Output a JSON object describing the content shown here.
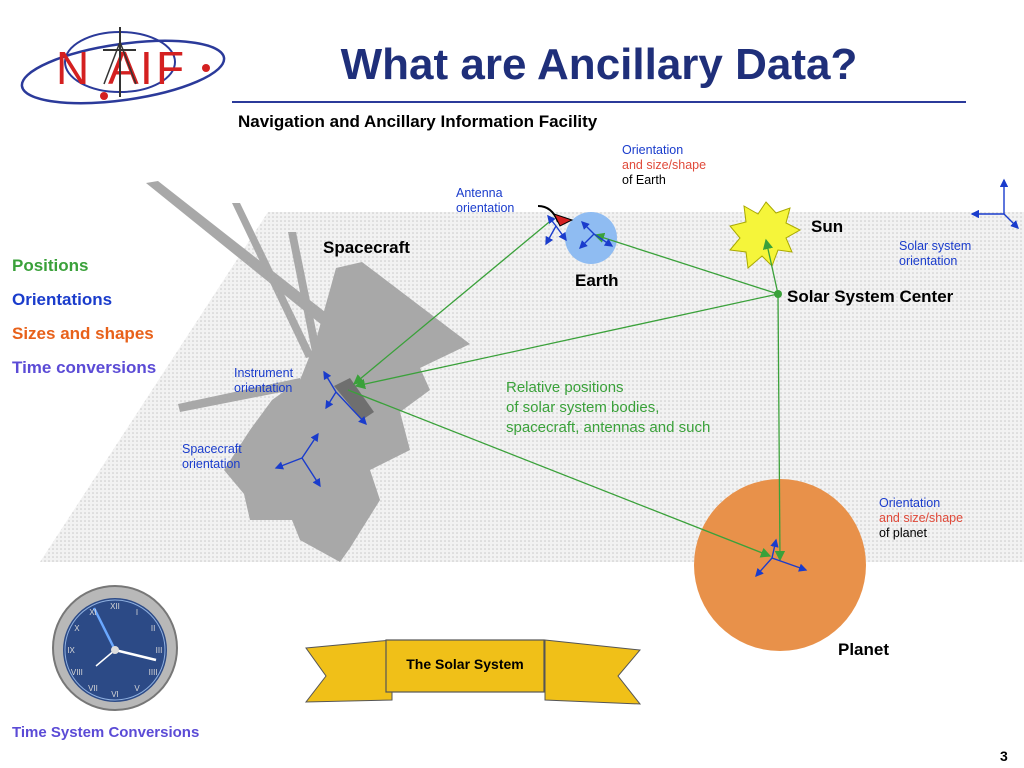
{
  "header": {
    "title": "What are Ancillary Data?",
    "subtitle": "Navigation and Ancillary Information Facility",
    "logo_text": "N A I F"
  },
  "categories": [
    {
      "label": "Positions",
      "color": "#3aa13a"
    },
    {
      "label": "Orientations",
      "color": "#1a3ccc"
    },
    {
      "label": "Sizes and shapes",
      "color": "#e8611a"
    },
    {
      "label": "Time conversions",
      "color": "#5b4bd6"
    }
  ],
  "diagram": {
    "spacecraft_label": "Spacecraft",
    "earth_label": "Earth",
    "sun_label": "Sun",
    "ssc_label": "Solar System Center",
    "planet_label": "Planet",
    "antenna": {
      "line1": "Antenna",
      "line2": "orientation"
    },
    "earth_notes": {
      "line1": "Orientation",
      "line2": "and size/shape",
      "line3": "of Earth"
    },
    "solar_system_orientation": {
      "line1": "Solar system",
      "line2": "orientation"
    },
    "instrument": {
      "line1": "Instrument",
      "line2": "orientation"
    },
    "spacecraft_orientation": {
      "line1": "Spacecraft",
      "line2": "orientation"
    },
    "relative_positions": {
      "line1": "Relative positions",
      "line2": "of solar system bodies,",
      "line3": "spacecraft, antennas and such"
    },
    "planet_notes": {
      "line1": "Orientation",
      "line2": "and size/shape",
      "line3": "of planet"
    },
    "banner_label": "The Solar System",
    "colors": {
      "vector_green": "#3aa13a",
      "axis_blue": "#1a3ccc",
      "planet": "#e8914a",
      "earth": "#8fbcf2",
      "sun": "#f5f53a",
      "banner": "#f0c018"
    }
  },
  "footer": {
    "time_system": "Time System Conversions",
    "page_number": "3"
  },
  "clock": {
    "numerals": [
      "XII",
      "I",
      "II",
      "III",
      "IIII",
      "V",
      "VI",
      "VII",
      "VIII",
      "IX",
      "X",
      "XI"
    ]
  }
}
